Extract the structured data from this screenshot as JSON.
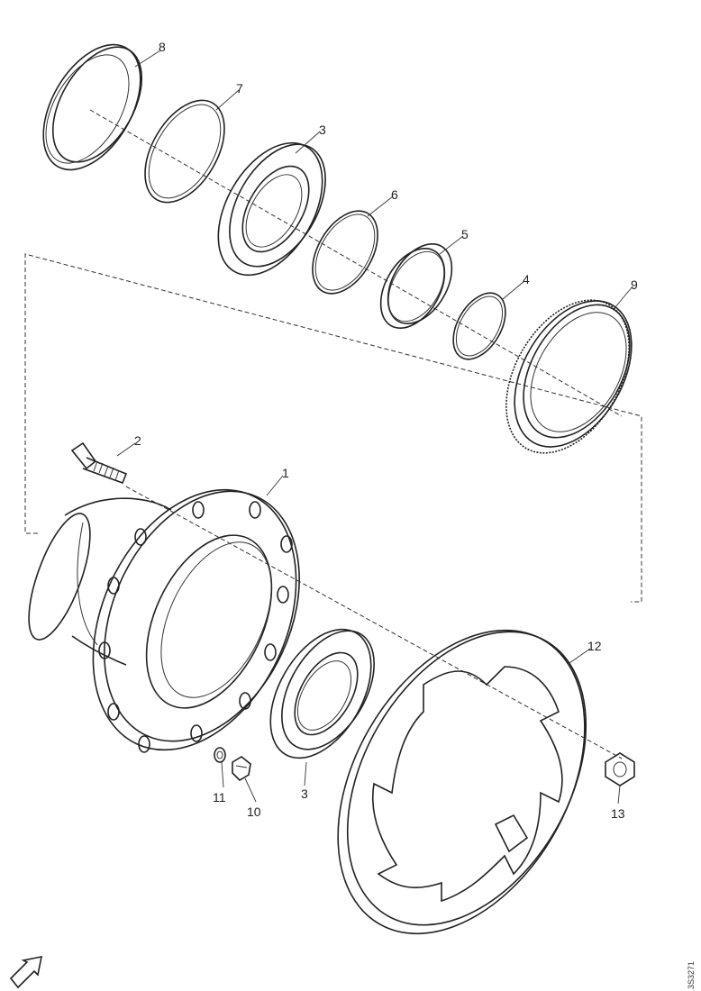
{
  "labels": {
    "p8_top": "8",
    "p7": "7",
    "p3_top": "3",
    "p6": "6",
    "p5": "5",
    "p4": "4",
    "p9": "9",
    "p2": "2",
    "p1": "1",
    "p12": "12",
    "p11": "11",
    "p10": "10",
    "p3_bottom": "3",
    "p13": "13"
  },
  "reference_code": "3S3271"
}
